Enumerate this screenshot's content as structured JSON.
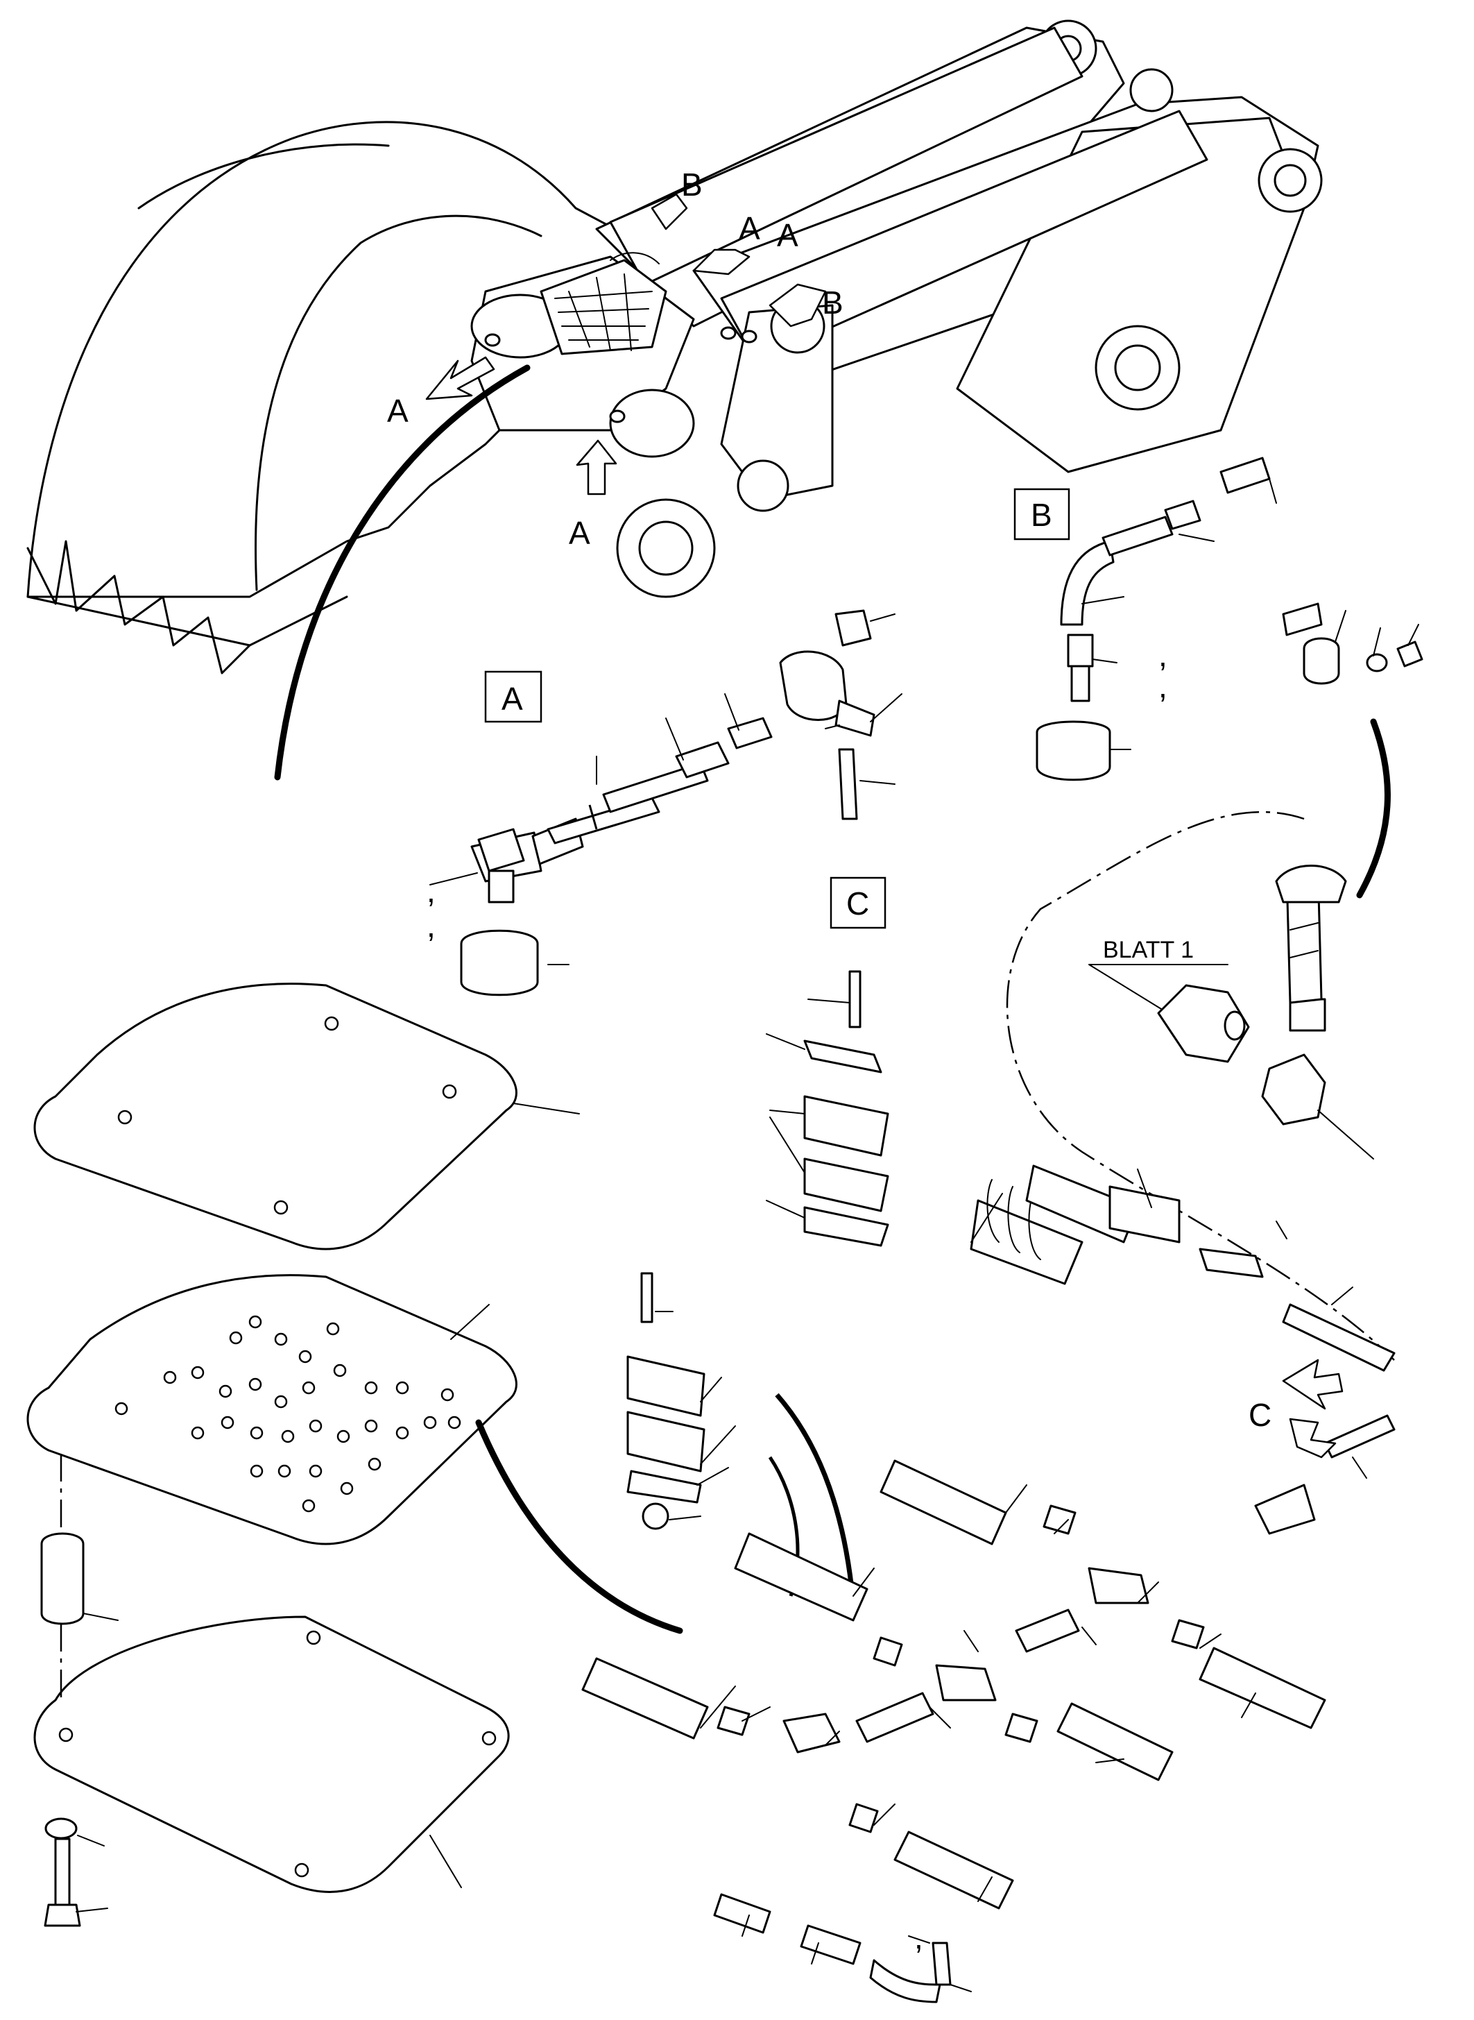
{
  "view_labels": {
    "a": "A",
    "b": "B",
    "c": "C"
  },
  "arrow_labels": {
    "a": "A",
    "b": "B",
    "c": "C"
  },
  "reference": "BLATT 1",
  "marks": {
    "tick": ","
  }
}
